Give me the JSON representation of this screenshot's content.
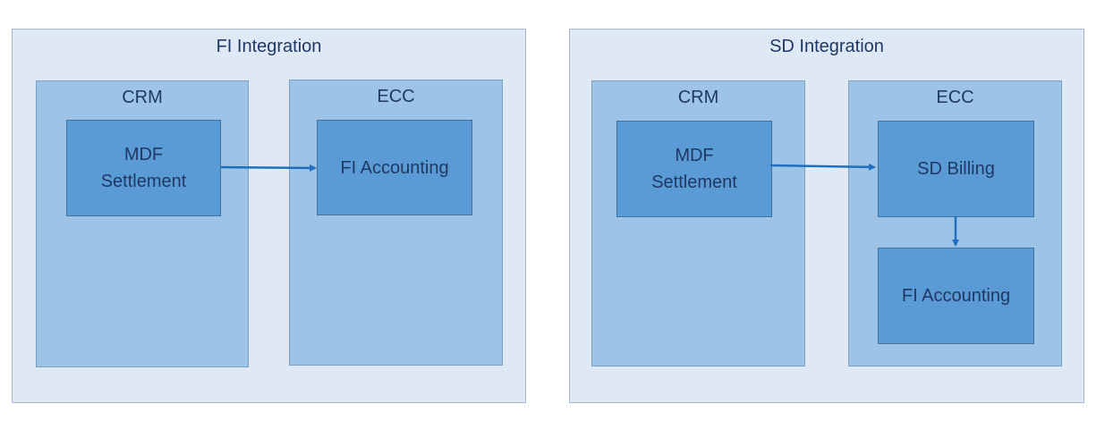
{
  "fi_panel": {
    "title": "FI Integration",
    "crm": {
      "title": "CRM",
      "process_line1": "MDF",
      "process_line2": "Settlement"
    },
    "ecc": {
      "title": "ECC",
      "process": "FI Accounting"
    }
  },
  "sd_panel": {
    "title": "SD Integration",
    "crm": {
      "title": "CRM",
      "process_line1": "MDF",
      "process_line2": "Settlement"
    },
    "ecc": {
      "title": "ECC",
      "process_top": "SD Billing",
      "process_bottom": "FI Accounting"
    }
  },
  "colors": {
    "panel_fill": "#dfe9f5",
    "system_fill": "#9dc3e6",
    "process_fill": "#5b9bd5",
    "arrow": "#1f6fbf",
    "text": "#1f3864"
  }
}
